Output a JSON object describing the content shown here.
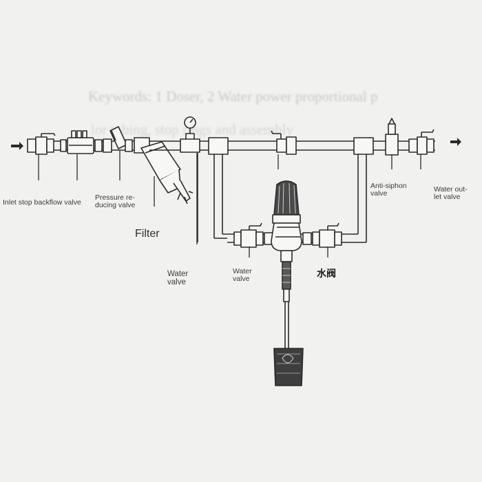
{
  "faded_text": {
    "line1": "Keywords: 1 Doser, 2 Water power proportional p",
    "line2": "lor tubing, stop rings and assembly"
  },
  "labels": {
    "inlet_stop_backflow_valve": "Inlet stop backflow valve",
    "pressure_reducing_valve": [
      "Pressure re-",
      "ducing valve"
    ],
    "filter": "Filter",
    "water_valve_1": [
      "Water",
      "valve"
    ],
    "water_valve_2": [
      "Water",
      "valve"
    ],
    "chinese_water_valve": "水阀",
    "anti_siphon_valve": [
      "Anti-siphon",
      "valve"
    ],
    "water_outlet_valve": [
      "Water out-",
      "let valve"
    ]
  },
  "colors": {
    "background": "#f1f1ef",
    "line": "#2a2a2a",
    "pipe_fill": "#f7f7f5"
  },
  "icons": {
    "inlet_arrow": "arrow-right-icon",
    "outlet_arrow": "arrow-right-icon",
    "pressure_gauge": "gauge-icon"
  }
}
